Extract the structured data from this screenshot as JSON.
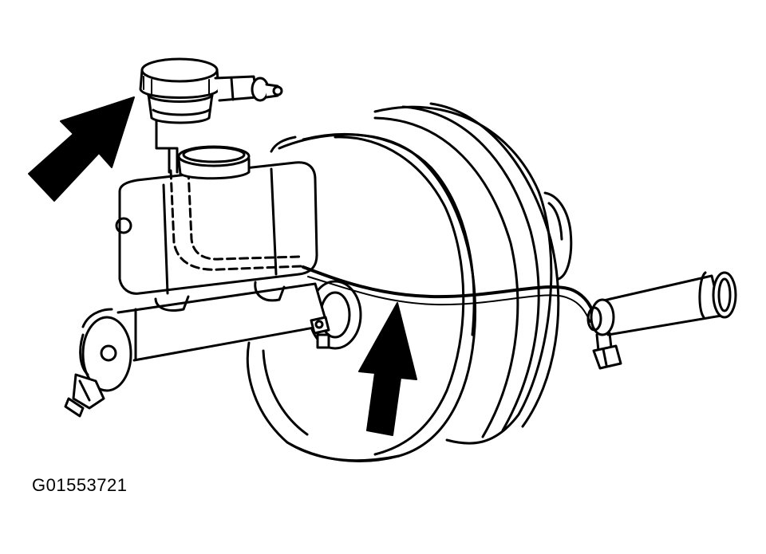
{
  "figure": {
    "id_label": "G01553721"
  },
  "colors": {
    "ink": "#000000",
    "paper": "#ffffff"
  },
  "parts": [
    "reservoir-cap",
    "master-cylinder-reservoir",
    "fill-cap",
    "vacuum-brake-booster",
    "master-cylinder-body",
    "vacuum-hose",
    "check-valve",
    "brake-line-fittings",
    "arrow-to-cap",
    "arrow-to-booster"
  ]
}
